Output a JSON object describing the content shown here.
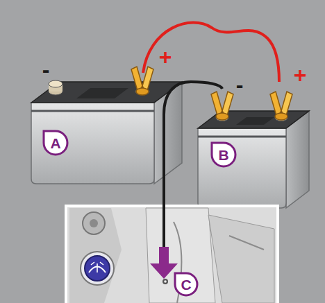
{
  "diagram": {
    "labels": [
      "-",
      "+",
      "-",
      "+",
      "A",
      "B",
      "C"
    ]
  }
}
